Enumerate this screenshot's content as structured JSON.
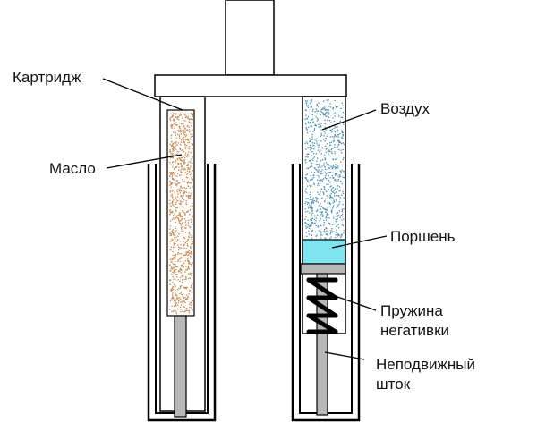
{
  "labels": {
    "cartridge": "Картридж",
    "oil": "Масло",
    "air": "Воздух",
    "piston": "Поршень",
    "spring_line1": "Пружина",
    "spring_line2": "негативки",
    "rod_line1": "Неподвижный",
    "rod_line2": "шток"
  },
  "colors": {
    "outline": "#000000",
    "oil_speckle": "#c8864a",
    "air_speckle": "#4a8fb0",
    "piston": "#7fe3f0",
    "rod": "#b8b8b8",
    "background": "#ffffff"
  }
}
